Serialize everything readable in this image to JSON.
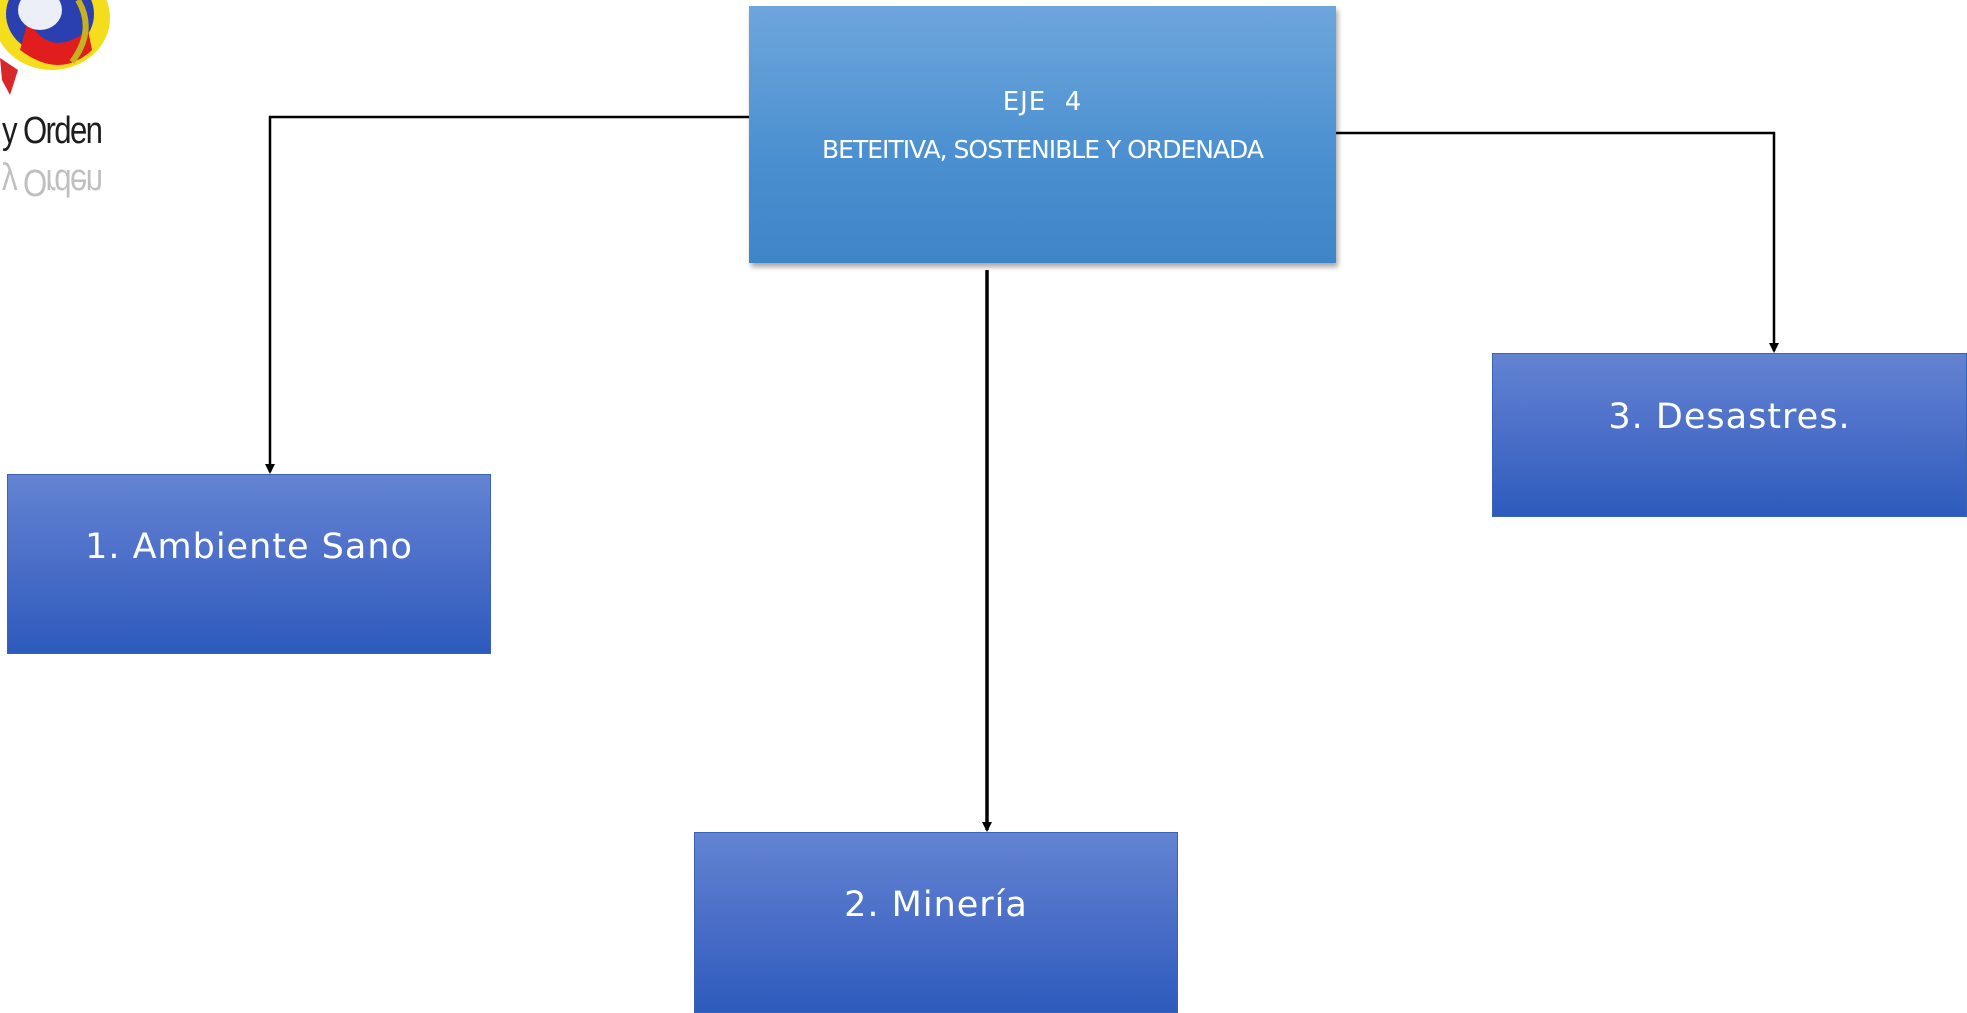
{
  "logo": {
    "text": "y Orden",
    "reflection_text": "y Orden"
  },
  "diagram": {
    "root": {
      "line1": "EJE  4",
      "line2": "BETEITIVA, SOSTENIBLE Y ORDENADA",
      "color": "#5b9bd5"
    },
    "children": [
      {
        "label": "1. Ambiente Sano"
      },
      {
        "label": "2. Minería"
      },
      {
        "label": "3. Desastres."
      }
    ],
    "child_color": "#4472c4",
    "connector_color": "#000000"
  }
}
